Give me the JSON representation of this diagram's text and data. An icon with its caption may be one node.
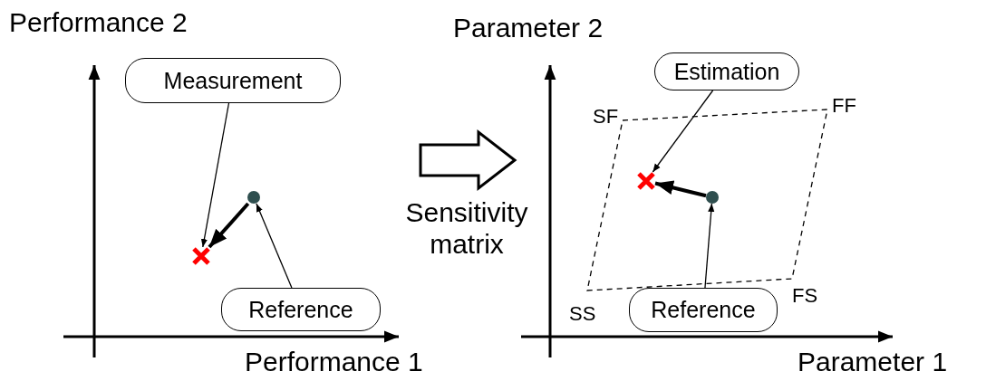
{
  "diagram": {
    "nodes": [
      {
        "text": [
          "Measurement"
        ]
      },
      {
        "text": [],
        "shape": "cross"
      },
      {
        "text": [],
        "shape": "circle"
      },
      {
        "text": [
          "Reference"
        ]
      },
      {
        "text": [
          "Estimation"
        ]
      },
      {
        "text": [],
        "shape": "cross"
      },
      {
        "text": [],
        "shape": "circle"
      },
      {
        "text": [
          "Reference"
        ]
      }
    ],
    "edges": [
      {
        "from": 0,
        "to": 1,
        "arrow": "to"
      },
      {
        "from": 2,
        "to": 1,
        "arrow": "to",
        "style": "thick"
      },
      {
        "from": 3,
        "to": 2,
        "arrow": "to"
      },
      {
        "from": 4,
        "to": 5,
        "arrow": "to"
      },
      {
        "from": 6,
        "to": 5,
        "arrow": "to",
        "style": "thick"
      },
      {
        "from": 7,
        "to": 6,
        "arrow": "to"
      }
    ],
    "labels": [
      "Performance 2",
      "Parameter 2",
      "SF",
      "FF",
      "Sensitivity matrix",
      "FS",
      "SS",
      "Performance 1",
      "Parameter 1"
    ]
  }
}
